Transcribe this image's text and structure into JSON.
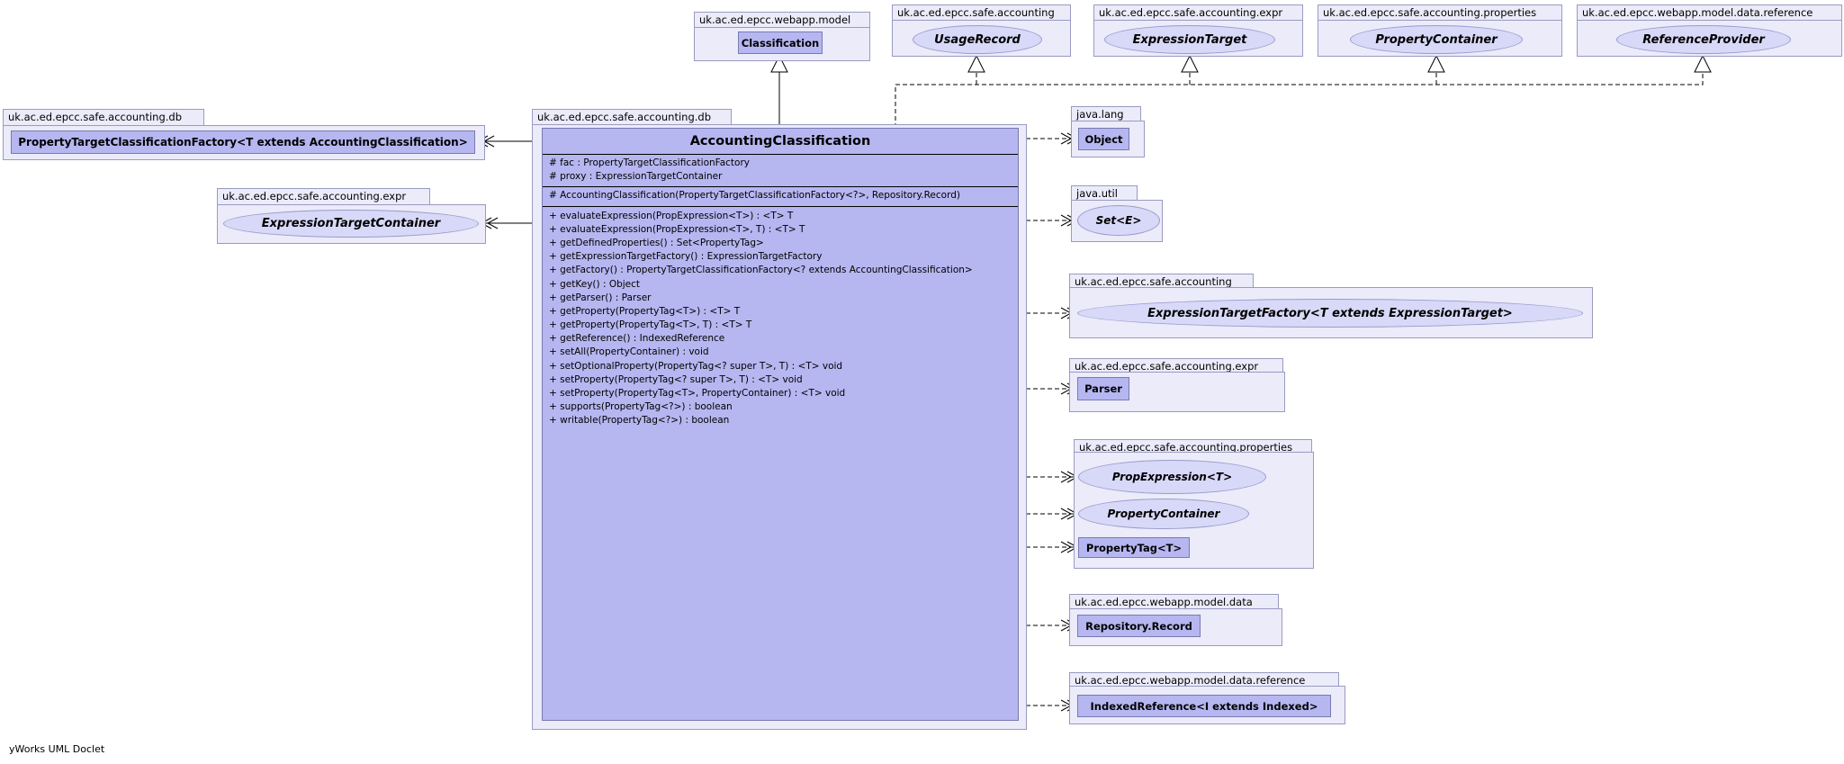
{
  "colors": {
    "bg": "#FFFFFF",
    "text": "#000000",
    "package_fill": "#EBEBFA",
    "package_border": "#9A9AC0",
    "class_fill": "#B6B6F1",
    "class_border": "#7A7AAE",
    "iface_fill": "#D8D8F8",
    "iface_border": "#9A9ACC",
    "edge": "#000000"
  },
  "pkg": {
    "webapp_model": "uk.ac.ed.epcc.webapp.model",
    "accounting_top": "uk.ac.ed.epcc.safe.accounting",
    "expr_top": "uk.ac.ed.epcc.safe.accounting.expr",
    "properties_top": "uk.ac.ed.epcc.safe.accounting.properties",
    "reference_top": "uk.ac.ed.epcc.webapp.model.data.reference",
    "db_left": "uk.ac.ed.epcc.safe.accounting.db",
    "expr_left": "uk.ac.ed.epcc.safe.accounting.expr",
    "main_db": "uk.ac.ed.epcc.safe.accounting.db",
    "java_lang": "java.lang",
    "java_util": "java.util",
    "accounting_right": "uk.ac.ed.epcc.safe.accounting",
    "expr_right": "uk.ac.ed.epcc.safe.accounting.expr",
    "properties_right": "uk.ac.ed.epcc.safe.accounting.properties",
    "data_right": "uk.ac.ed.epcc.webapp.model.data",
    "reference_right": "uk.ac.ed.epcc.webapp.model.data.reference"
  },
  "nodes": {
    "classification": "Classification",
    "usage_record": "UsageRecord",
    "expression_target": "ExpressionTarget",
    "property_container_top": "PropertyContainer",
    "reference_provider": "ReferenceProvider",
    "ptcf": "PropertyTargetClassificationFactory<T extends AccountingClassification>",
    "expression_target_container": "ExpressionTargetContainer",
    "object": "Object",
    "set": "Set<E>",
    "expression_target_factory": "ExpressionTargetFactory<T extends ExpressionTarget>",
    "parser": "Parser",
    "prop_expression": "PropExpression<T>",
    "property_container_right": "PropertyContainer",
    "property_tag": "PropertyTag<T>",
    "repository_record": "Repository.Record",
    "indexed_reference": "IndexedReference<I extends Indexed>"
  },
  "main_class": {
    "name": "AccountingClassification",
    "fields": [
      "# fac : PropertyTargetClassificationFactory",
      "# proxy : ExpressionTargetContainer"
    ],
    "constructors": [
      "# AccountingClassification(PropertyTargetClassificationFactory<?>, Repository.Record)"
    ],
    "methods": [
      "+ evaluateExpression(PropExpression<T>) : <T> T",
      "+ evaluateExpression(PropExpression<T>, T) : <T> T",
      "+ getDefinedProperties() : Set<PropertyTag>",
      "+ getExpressionTargetFactory() : ExpressionTargetFactory",
      "+ getFactory() : PropertyTargetClassificationFactory<? extends AccountingClassification>",
      "+ getKey() : Object",
      "+ getParser() : Parser",
      "+ getProperty(PropertyTag<T>) : <T> T",
      "+ getProperty(PropertyTag<T>, T) : <T> T",
      "+ getReference() : IndexedReference",
      "+ setAll(PropertyContainer) : void",
      "+ setOptionalProperty(PropertyTag<? super T>, T) : <T> void",
      "+ setProperty(PropertyTag<? super T>, T) : <T> void",
      "+ setProperty(PropertyTag<T>, PropertyContainer) : <T> void",
      "+ supports(PropertyTag<?>) : boolean",
      "+ writable(PropertyTag<?>) : boolean"
    ]
  },
  "footer": "yWorks UML Doclet"
}
